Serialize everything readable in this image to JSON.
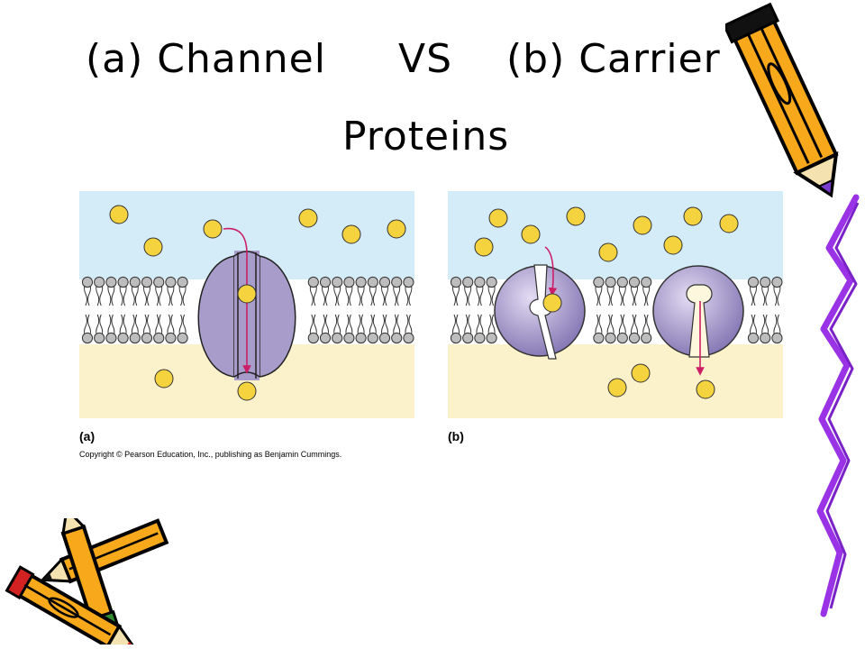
{
  "slide": {
    "title_left": "(a) Channel",
    "title_mid": "VS",
    "title_right": "(b) Carrier",
    "title_line2": "Proteins"
  },
  "figure": {
    "caption_a": "(a)",
    "caption_b": "(b)",
    "copyright": "Copyright © Pearson Education, Inc., publishing as Benjamin Cummings."
  },
  "colors": {
    "extracellular": "#d4ecf8",
    "cytoplasm": "#fbf2cc",
    "protein": "#a89ccb",
    "solute": "#f5d33f",
    "arrow": "#cc1e66",
    "pencil_body": "#f7a81b",
    "pencil_tip": "#7a3ccf",
    "scribble": "#9a33e6"
  },
  "icons": [
    "pencil-icon",
    "scribble-decoration",
    "crossed-pencils-icon"
  ]
}
